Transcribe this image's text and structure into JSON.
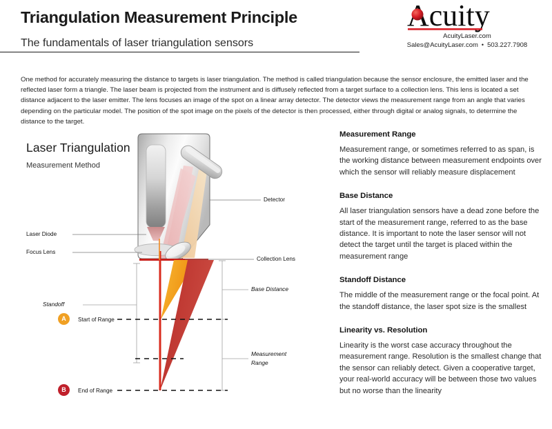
{
  "header": {
    "title": "Triangulation Measurement Principle",
    "subtitle": "The fundamentals of laser triangulation sensors",
    "logo": {
      "wordmark": "Acuity",
      "website": "AcuityLaser.com",
      "email": "Sales@AcuityLaser.com",
      "separator": "•",
      "phone": "503.227.7908",
      "accent_color": "#D81E26"
    }
  },
  "intro": {
    "paragraph": "One method for accurately measuring the distance to targets is laser triangulation. The method is called triangulation because the sensor enclosure, the emitted laser and the reflected laser form a triangle. The laser beam is projected from the instrument and is diffusely reflected from a target surface to a collection lens. This lens is located a set distance adjacent to the laser emitter. The lens focuses an image of the spot on a linear array detector. The detector views the measurement range from an angle that varies depending on the particular model. The position of the spot image on the pixels of the detector is then processed, either through digital or analog signals, to determine the distance to the target."
  },
  "diagram": {
    "title": "Laser Triangulation",
    "subtitle": "Measurement Method",
    "labels": {
      "laser_diode": "Laser Diode",
      "focus_lens": "Focus Lens",
      "detector": "Detector",
      "collection_lens": "Collection Lens",
      "standoff": "Standoff",
      "base_distance": "Base Distance",
      "measurement_range_line1": "Measurement",
      "measurement_range_line2": "Range",
      "start_of_range": "Start of Range",
      "end_of_range": "End of Range"
    },
    "badges": {
      "a": "A",
      "b": "B"
    },
    "colors": {
      "beam_orange": "#F5A623",
      "beam_red": "#C0392E",
      "laser_line": "#D92B1E",
      "enclosure_light": "#FAFAFA",
      "enclosure_dark": "#A8A8A8",
      "badge_a": "#F0A023",
      "badge_b": "#C0202B"
    }
  },
  "sections": [
    {
      "heading": "Measurement Range",
      "body": "Measurement range, or sometimes referred to as span, is the working distance between measurement endpoints over which the sensor will reliably measure displacement"
    },
    {
      "heading": "Base Distance",
      "body": "All laser triangulation sensors have a dead zone before the start of the measurement range, referred to as the base distance. It is important to note the laser sensor will not detect the target until the target is placed within the measurement range"
    },
    {
      "heading": "Standoff Distance",
      "body": "The middle of the measurement range or the focal point. At the standoff distance, the laser spot size is the smallest"
    },
    {
      "heading": "Linearity vs. Resolution",
      "body": "Linearity is the worst case accuracy throughout the measurement range. Resolution is the smallest change that the sensor can reliably detect. Given a cooperative target, your real-world accuracy will be between those two values but no worse than the linearity"
    }
  ]
}
